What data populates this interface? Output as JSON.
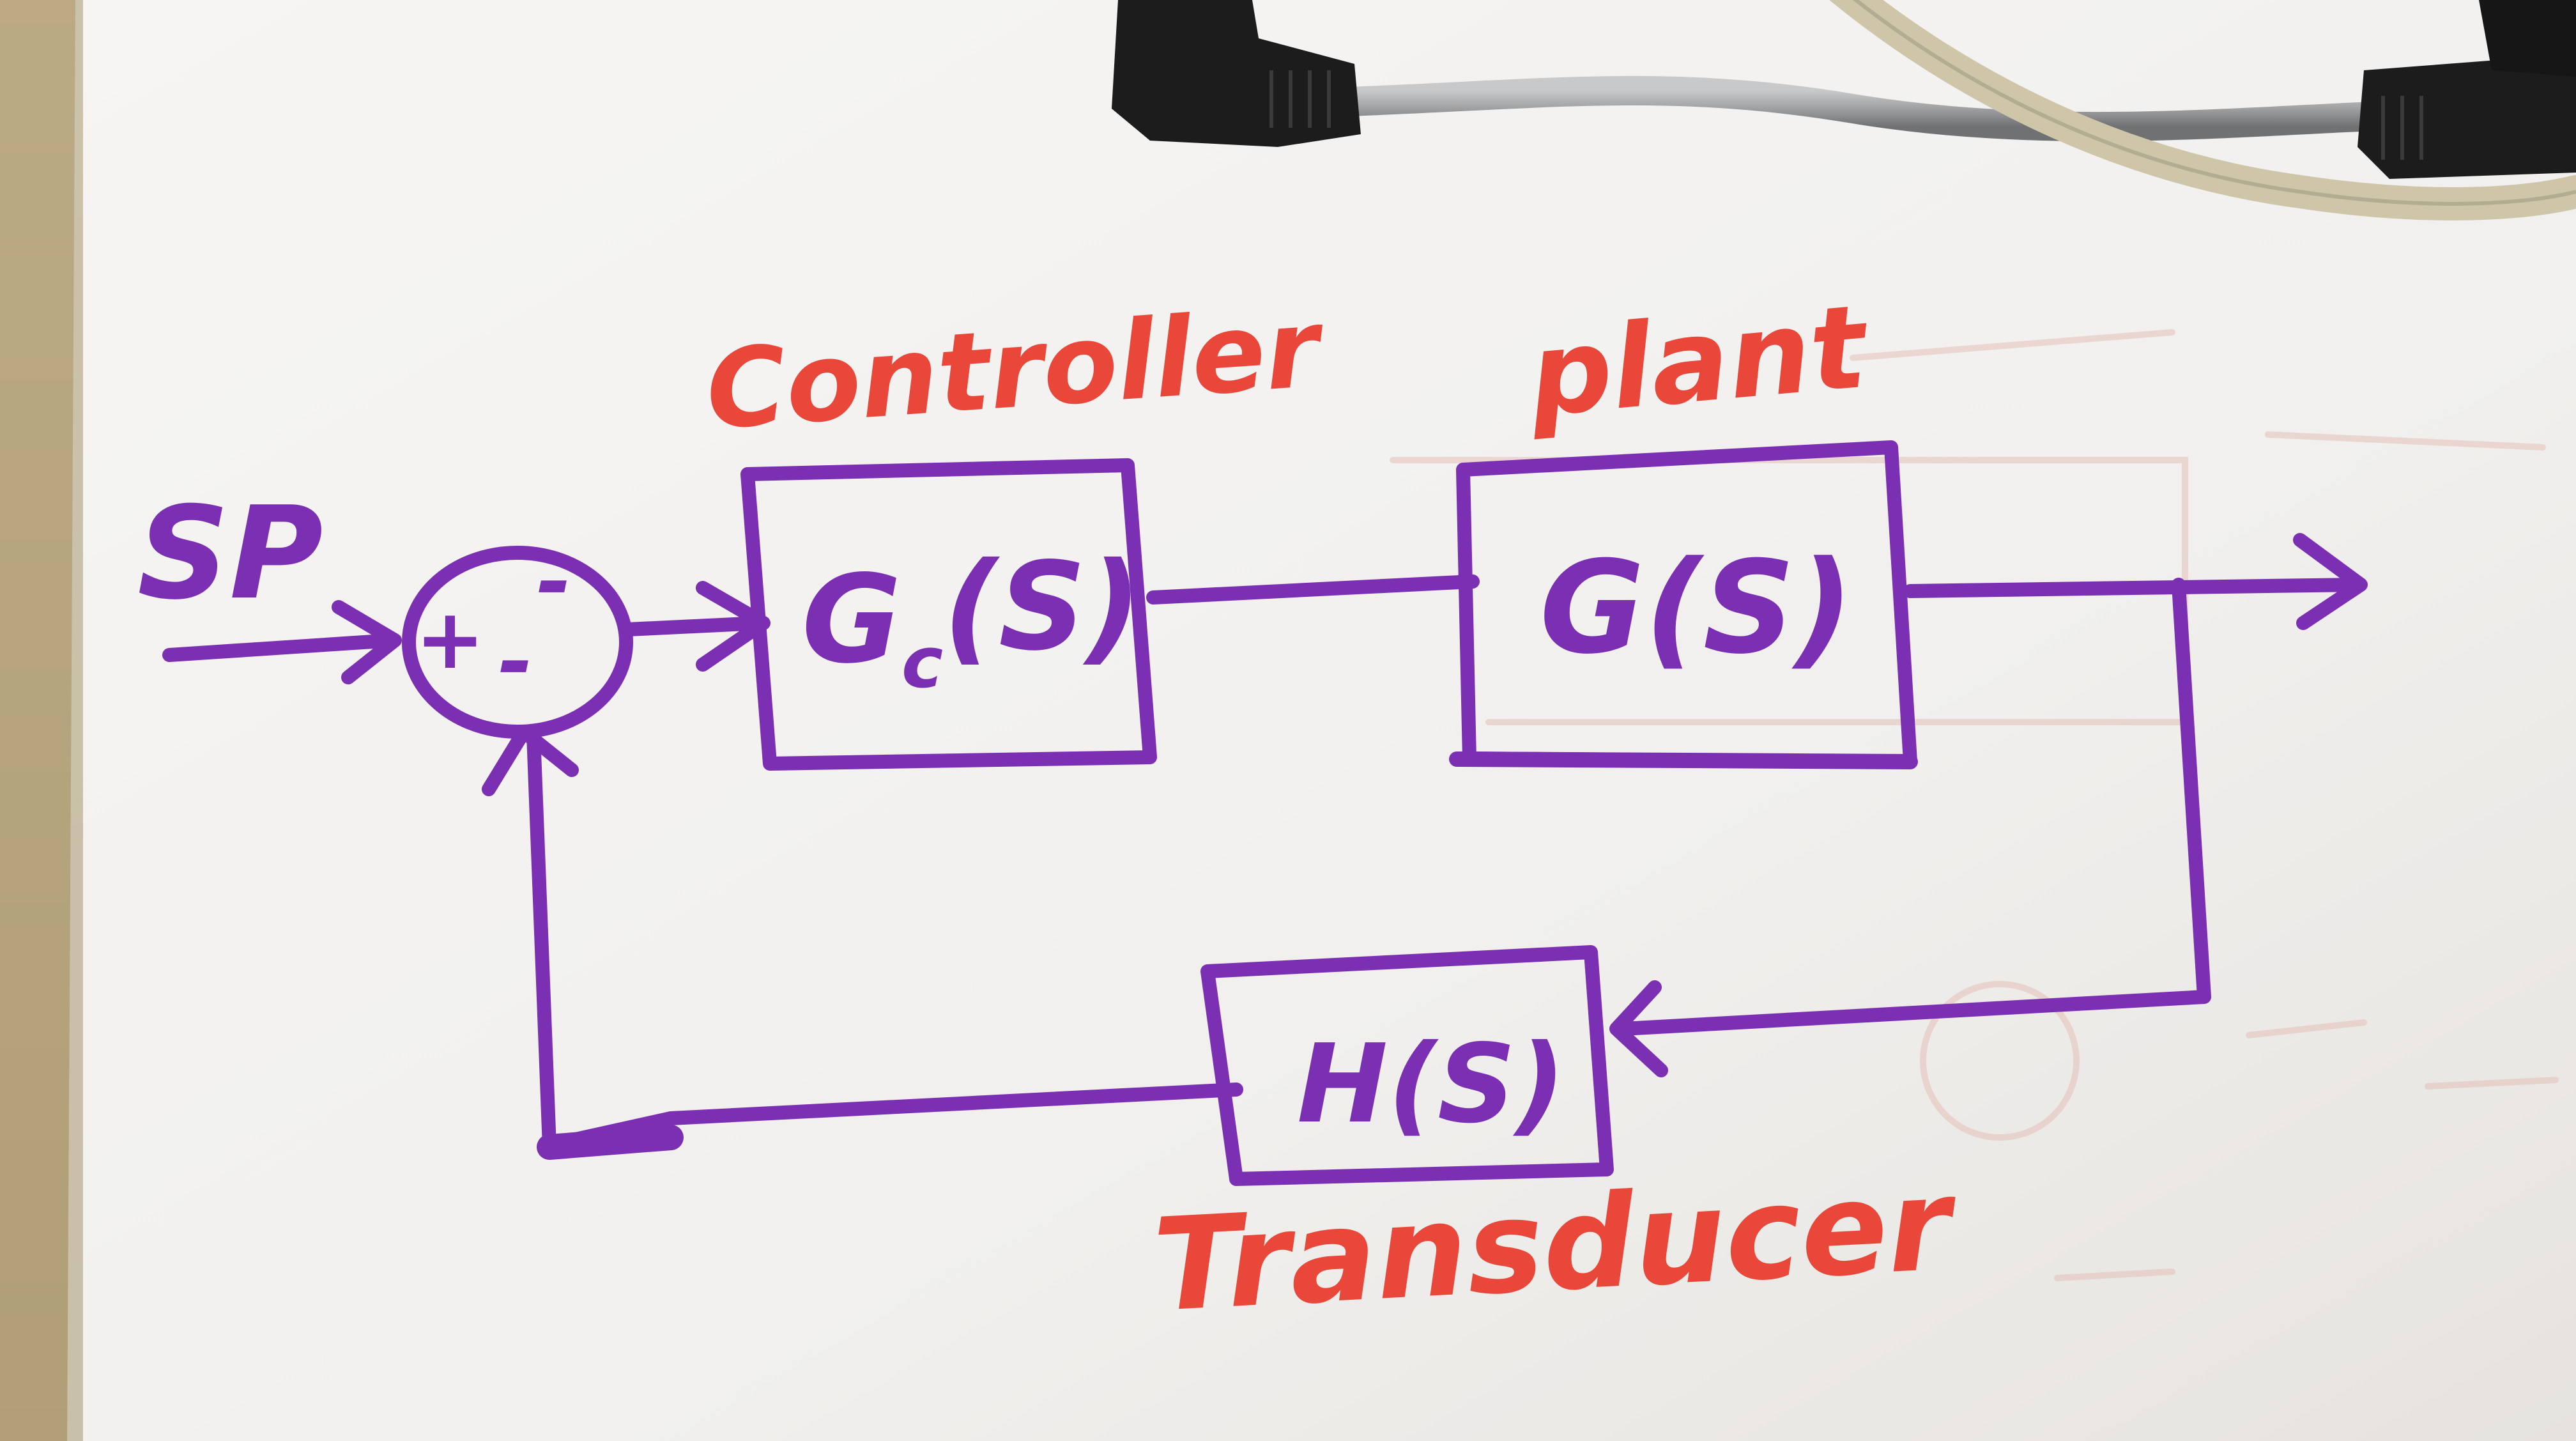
{
  "colors": {
    "ink_purple": "#7b2fb2",
    "ink_red": "#e8473a",
    "paper": "#f4f3f1",
    "tabletop": "#cbb994",
    "connector_black": "#1c1c1c",
    "cable_grey": "#9ea0a2",
    "cable_beige": "#cfc6aa"
  },
  "diagram": {
    "input_label": "SP",
    "summing_junction": {
      "plus_sign": "+",
      "minus_sign_top": "-",
      "minus_sign_bottom": "-"
    },
    "controller": {
      "caption": "Controller",
      "transfer_function": "Gc(S)",
      "tf_main": "G",
      "tf_subscript": "c",
      "tf_argument": "(S)"
    },
    "plant": {
      "caption": "plant",
      "transfer_function": "G(S)"
    },
    "transducer": {
      "caption": "Transducer",
      "transfer_function": "H(S)"
    }
  },
  "scene_objects": [
    "black-connector-icon",
    "grey-cable-icon",
    "beige-cable-icon"
  ]
}
